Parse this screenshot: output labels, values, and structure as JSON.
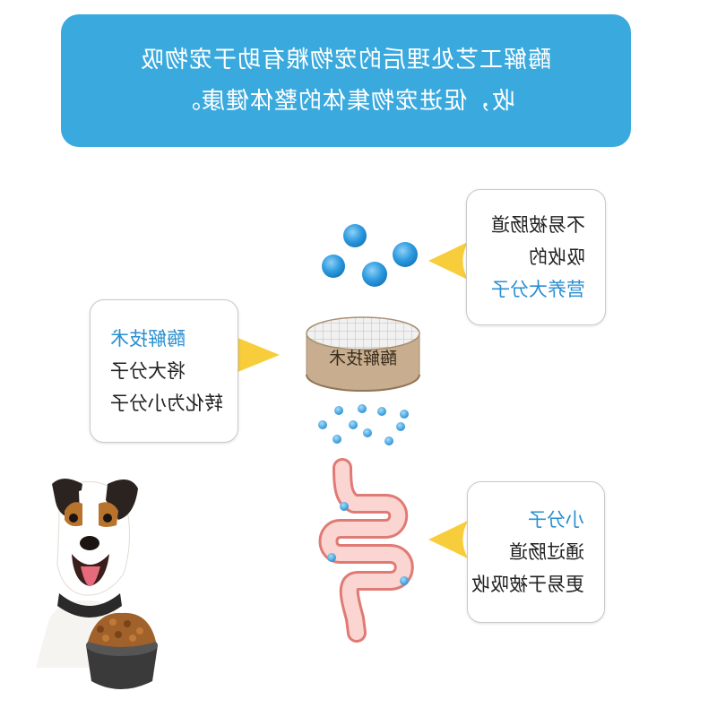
{
  "banner": {
    "line1": "酶解工艺处理后的宠物粮有助于宠物吸",
    "line2": "收，促进宠物集体的整体健康。"
  },
  "enzyme_disc_label": "酶解技术",
  "callouts": {
    "top_right": {
      "lines": [
        "不易被肠道",
        "吸收的",
        "营养大分子"
      ]
    },
    "left": {
      "lines": [
        "酶解技术",
        "将大分子",
        "转化为小分子"
      ]
    },
    "bottom_right": {
      "lines": [
        "小分子",
        "通过肠道",
        "更易于被吸收"
      ]
    }
  },
  "colors": {
    "banner": "#3aa9de",
    "accent_blue": "#2a8fd0",
    "arrow_yellow": "#f8cd3b",
    "intestine": "#f4a6a0"
  }
}
